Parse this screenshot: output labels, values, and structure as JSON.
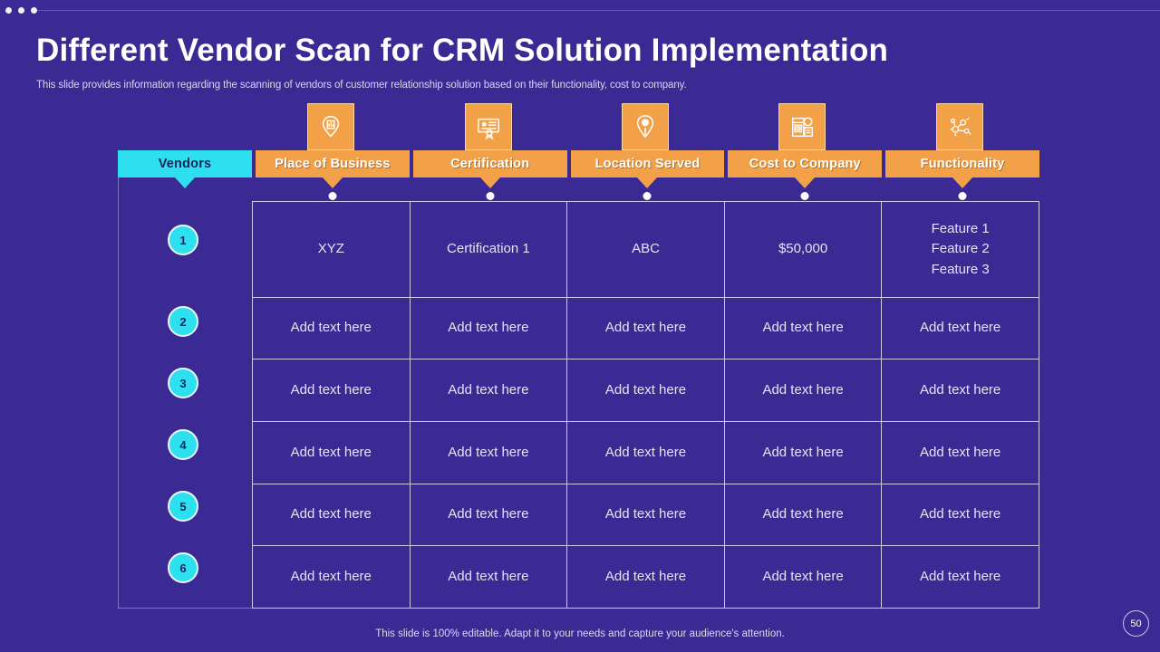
{
  "window": {
    "dots": [
      "dot-1",
      "dot-2",
      "dot-3"
    ]
  },
  "header": {
    "title": "Different Vendor Scan for CRM Solution Implementation",
    "subtitle": "This slide provides information regarding the scanning of  vendors of customer  relationship solution based on their functionality, cost to company."
  },
  "colors": {
    "background": "#3b2a94",
    "accent_orange": "#f2a149",
    "accent_cyan": "#2ee0ef",
    "grid_line": "#cfc9e8",
    "text_light": "#e6e3f4"
  },
  "table": {
    "headers": [
      {
        "label": "Vendors",
        "style": "cyan",
        "icon": null
      },
      {
        "label": "Place of Business",
        "style": "orange",
        "icon": "location-chart-pin-icon"
      },
      {
        "label": "Certification",
        "style": "orange",
        "icon": "certificate-badge-icon"
      },
      {
        "label": "Location Served",
        "style": "orange",
        "icon": "map-pin-icon"
      },
      {
        "label": "Cost to Company",
        "style": "orange",
        "icon": "building-cost-icon"
      },
      {
        "label": "Functionality",
        "style": "orange",
        "icon": "network-gear-icon"
      }
    ],
    "rows": [
      {
        "number": "1",
        "cells": [
          "XYZ",
          "Certification 1",
          "ABC",
          "$50,000",
          [
            "Feature 1",
            "Feature 2",
            "Feature 3"
          ]
        ]
      },
      {
        "number": "2",
        "cells": [
          "Add text here",
          "Add text here",
          "Add text here",
          "Add text here",
          "Add text here"
        ]
      },
      {
        "number": "3",
        "cells": [
          "Add text here",
          "Add text here",
          "Add text here",
          "Add text here",
          "Add text here"
        ]
      },
      {
        "number": "4",
        "cells": [
          "Add text here",
          "Add text here",
          "Add text here",
          "Add text here",
          "Add text here"
        ]
      },
      {
        "number": "5",
        "cells": [
          "Add text here",
          "Add text here",
          "Add text here",
          "Add text here",
          "Add text here"
        ]
      },
      {
        "number": "6",
        "cells": [
          "Add text here",
          "Add text here",
          "Add text here",
          "Add text here",
          "Add text here"
        ]
      }
    ]
  },
  "footer": {
    "note": "This slide is 100% editable. Adapt it to your needs and capture your audience's attention.",
    "page_number": "50"
  }
}
